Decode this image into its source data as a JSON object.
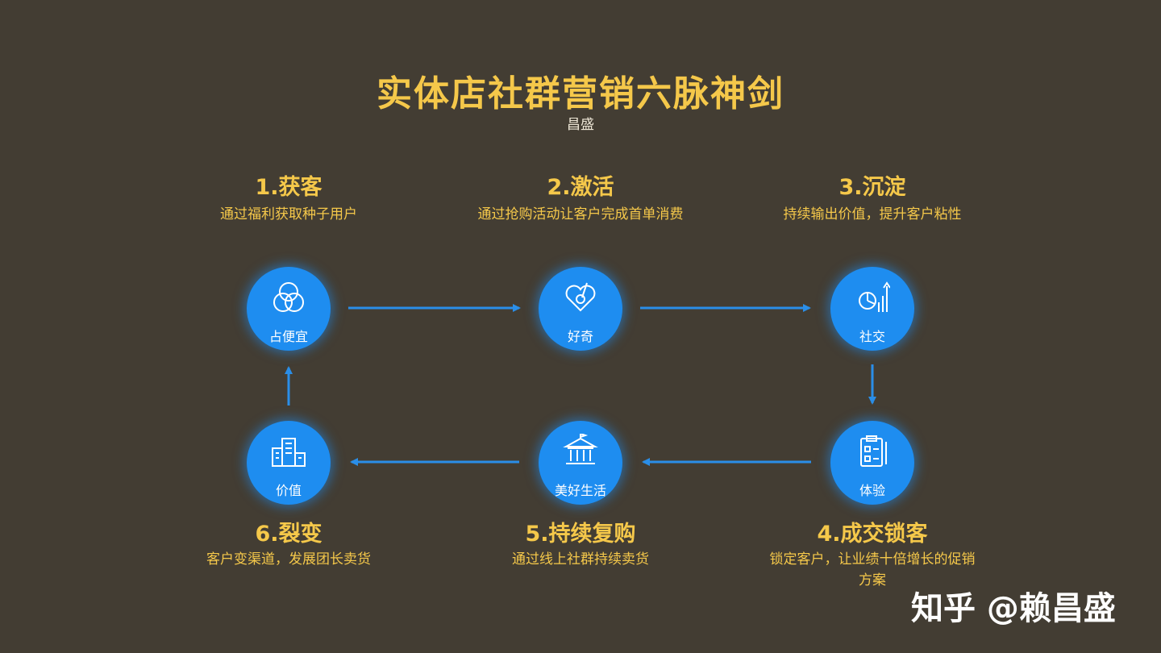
{
  "title": "实体店社群营销六脉神剑",
  "author": "昌盛",
  "steps": [
    {
      "title": "1.获客",
      "desc": "通过福利获取种子用户",
      "node_label": "占便宜",
      "icon": "venn-icon"
    },
    {
      "title": "2.激活",
      "desc": "通过抢购活动让客户完成首单消费",
      "node_label": "好奇",
      "icon": "heart-target-icon"
    },
    {
      "title": "3.沉淀",
      "desc": "持续输出价值，提升客户粘性",
      "node_label": "社交",
      "icon": "growth-chart-icon"
    },
    {
      "title": "4.成交锁客",
      "desc": "锁定客户，让业绩十倍增长的促销方案",
      "node_label": "体验",
      "icon": "clipboard-icon"
    },
    {
      "title": "5.持续复购",
      "desc": "通过线上社群持续卖货",
      "node_label": "美好生活",
      "icon": "institution-icon"
    },
    {
      "title": "6.裂变",
      "desc": "客户变渠道，发展团长卖货",
      "node_label": "价值",
      "icon": "buildings-icon"
    }
  ],
  "watermark": "知乎 @赖昌盛",
  "colors": {
    "background": "#433d33",
    "accent": "#f5c84a",
    "node": "#1e8df0",
    "arrow": "#2a8ee8"
  }
}
